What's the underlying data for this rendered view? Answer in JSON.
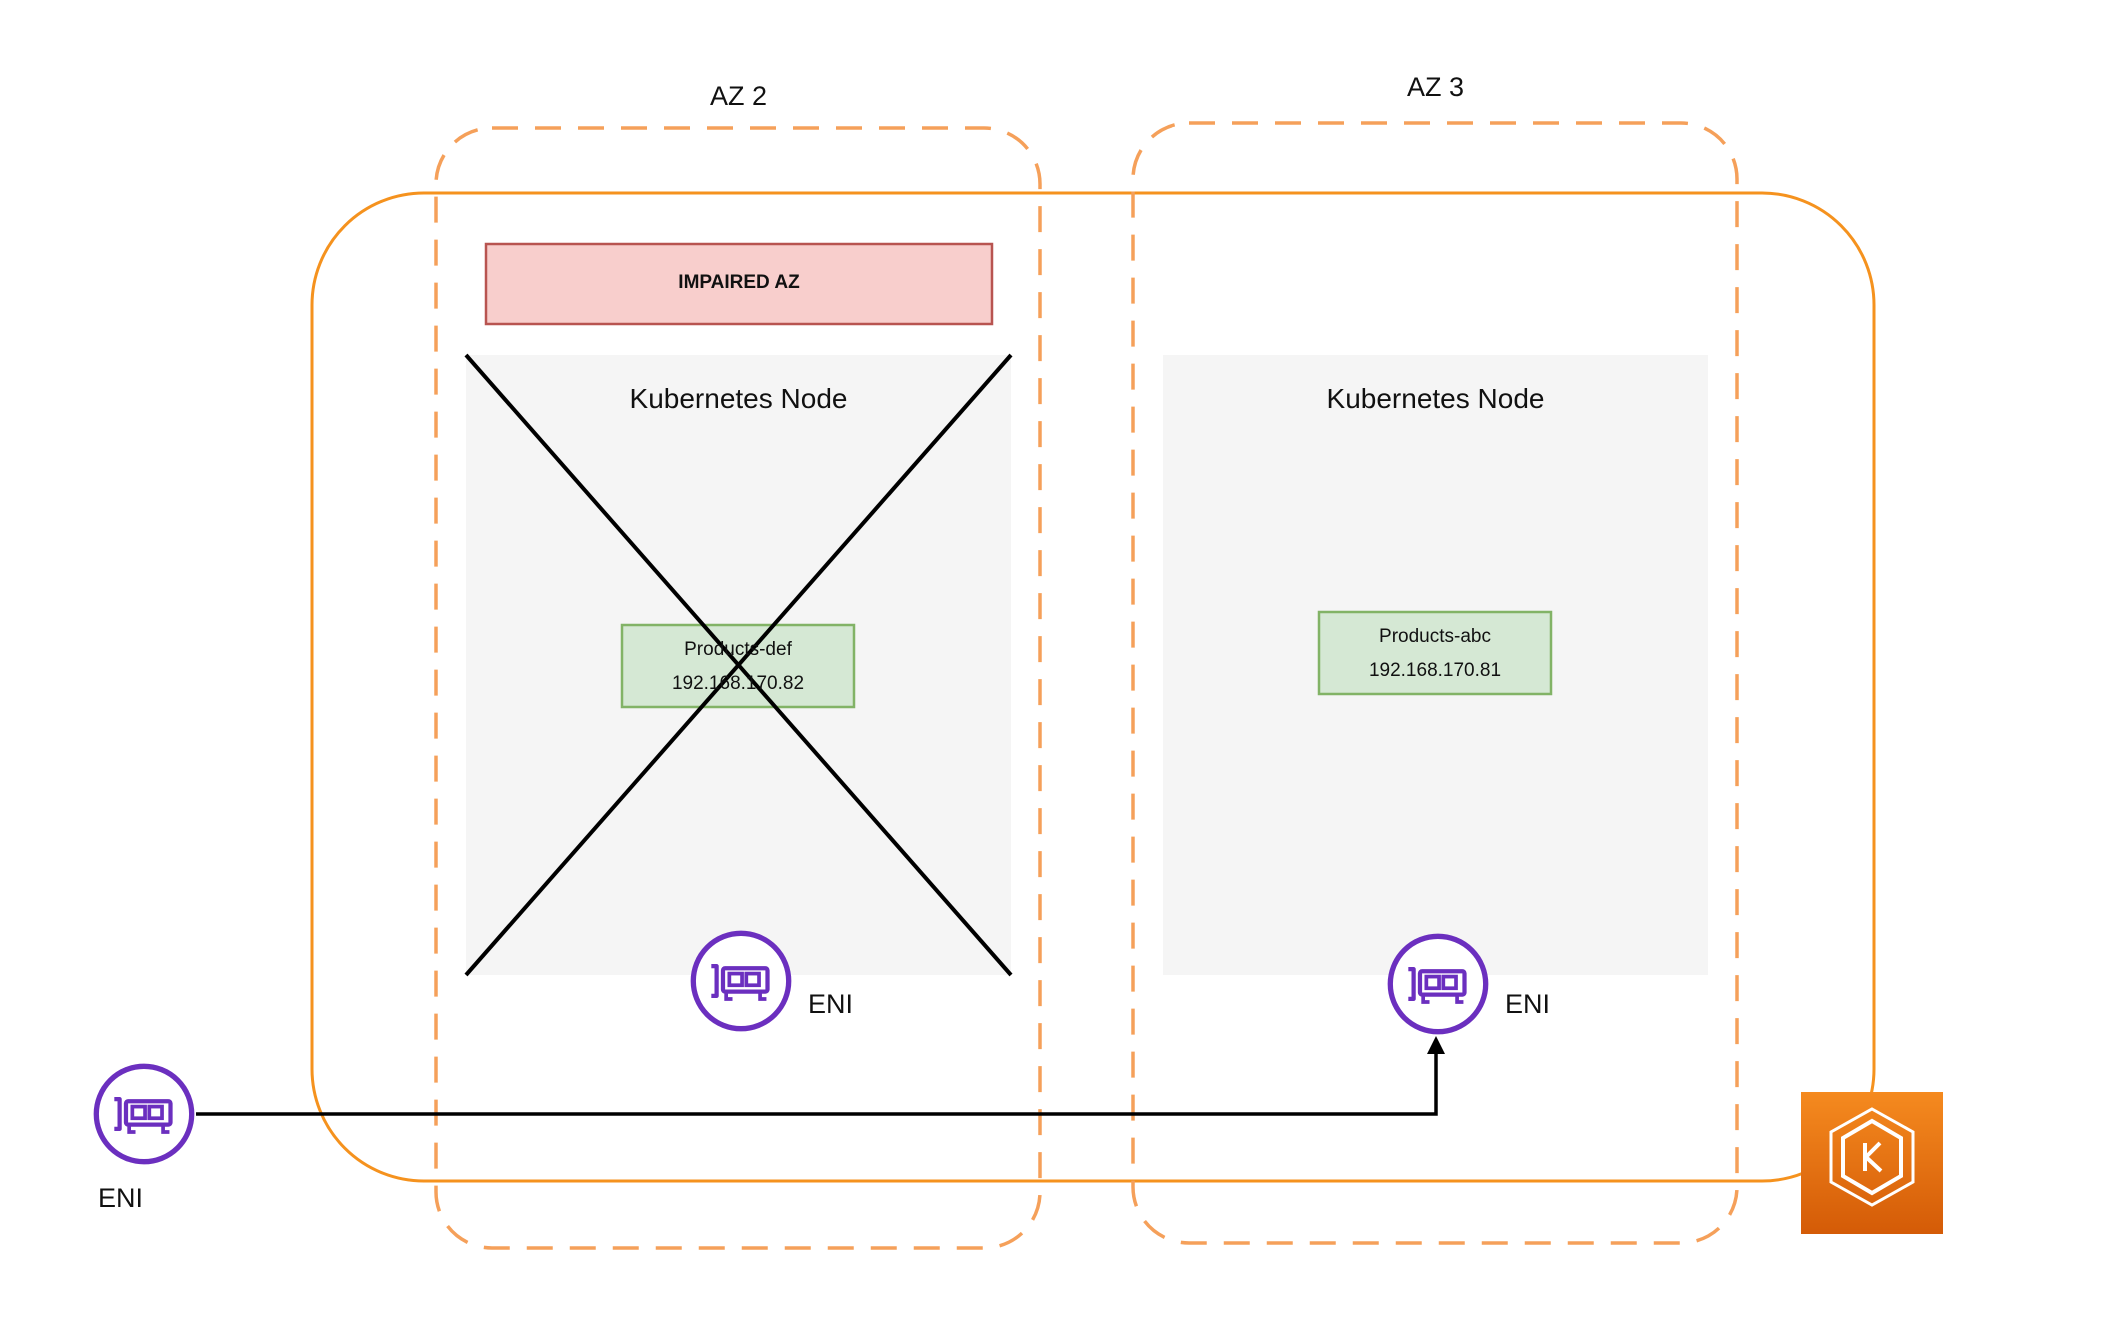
{
  "diagram": {
    "az2": {
      "label": "AZ 2"
    },
    "az3": {
      "label": "AZ 3"
    },
    "impaired_banner": {
      "text": "IMPAIRED AZ"
    },
    "node_az2": {
      "label": "Kubernetes Node",
      "pod": {
        "name": "Products-def",
        "ip": "192.168.170.82"
      },
      "eni_label": "ENI",
      "status": "failed"
    },
    "node_az3": {
      "label": "Kubernetes Node",
      "pod": {
        "name": "Products-abc",
        "ip": "192.168.170.81"
      },
      "eni_label": "ENI"
    },
    "external_eni": {
      "label": "ENI"
    },
    "connection": {
      "from": "external-eni",
      "to": "node-az3-eni"
    },
    "icons": [
      "eni-icon",
      "eks-icon",
      "failure-cross-icon"
    ],
    "colors": {
      "cluster_border": "#F5921E",
      "az_border": "#F5A05A",
      "node_fill": "#F5F5F5",
      "pod_fill": "#D5E8D4",
      "pod_border": "#82B366",
      "impaired_fill": "#F8CECC",
      "impaired_border": "#B85450",
      "eni_purple": "#6B2FBF",
      "eks_orange_top": "#F58A1F",
      "eks_orange_bottom": "#D45B07"
    }
  }
}
